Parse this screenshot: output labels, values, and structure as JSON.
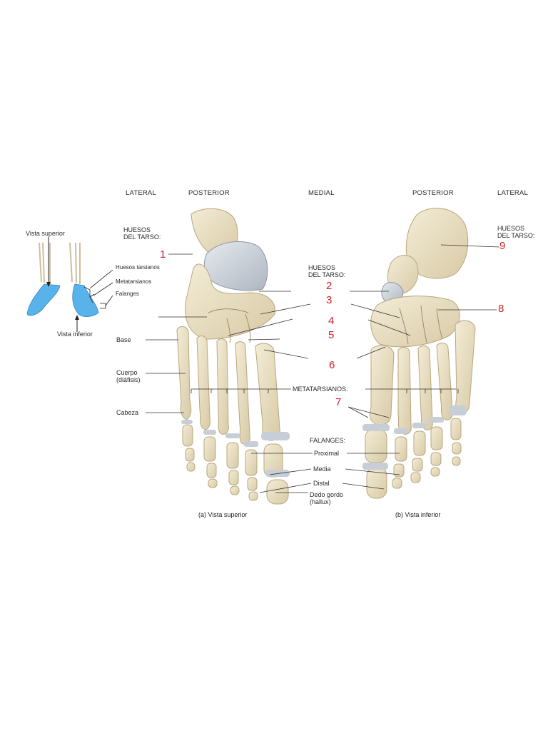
{
  "headers": {
    "lateral_left": "LATERAL",
    "posterior_left": "POSTERIOR",
    "medial": "MEDIAL",
    "posterior_right": "POSTERIOR",
    "lateral_right": "LATERAL"
  },
  "inset": {
    "vista_superior": "Vista superior",
    "vista_inferior": "Vista inferior",
    "huesos_tarsianos": "Huesos tarsianos",
    "metatarsianos": "Metatarsianos",
    "falanges": "Falanges"
  },
  "labels": {
    "huesos_tarso_left": "HUESOS\nDEL TARSO:",
    "huesos_tarso_center": "HUESOS\nDEL TARSO:",
    "huesos_tarso_right": "HUESOS\nDEL TARSO:",
    "base": "Base",
    "cuerpo": "Cuerpo\n(diáfisis)",
    "cabeza": "Cabeza",
    "metatarsianos": "METATARSIANOS:",
    "falanges": "FALANGES:",
    "proximal": "Proximal",
    "media": "Media",
    "distal": "Distal",
    "dedo_gordo": "Dedo gordo\n(hallux)"
  },
  "numbers": [
    "1",
    "2",
    "3",
    "4",
    "5",
    "6",
    "7",
    "8",
    "9"
  ],
  "captions": {
    "a": "(a) Vista superior",
    "b": "(b) Vista inferior"
  },
  "colors": {
    "bone": "#e9dfc4",
    "bone_shadow": "#cdbf9c",
    "cartilage": "#c8ced6",
    "highlight": "#4aa7e0",
    "number": "#d32222"
  }
}
